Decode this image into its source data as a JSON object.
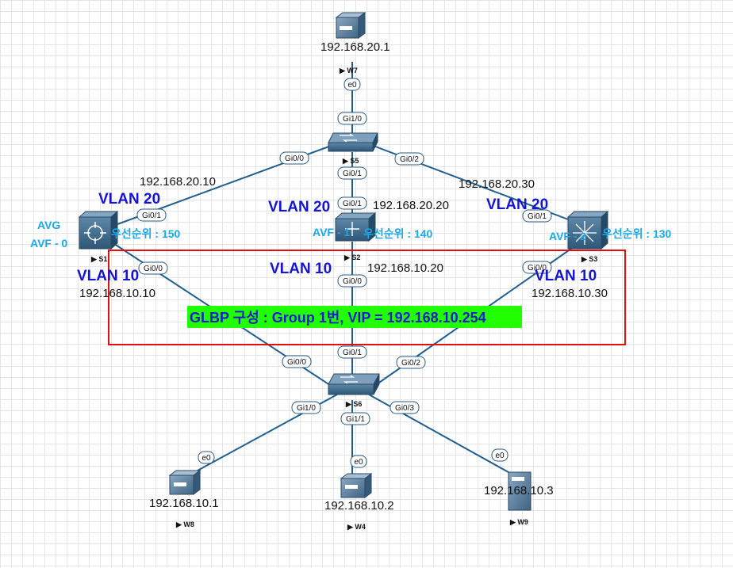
{
  "nodes": {
    "w7": {
      "name": "W7",
      "ip": "192.168.20.1"
    },
    "s5": {
      "name": "S5"
    },
    "s1": {
      "name": "S1",
      "vlan_top": "VLAN 20",
      "ip_top": "192.168.20.10",
      "vlan_bottom": "VLAN 10",
      "ip_bottom": "192.168.10.10",
      "role1": "AVG",
      "role2": "AVF - 0",
      "priority": "우선순위 : 150"
    },
    "s2": {
      "name": "S2",
      "vlan_top": "VLAN 20",
      "ip_top": "192.168.20.20",
      "vlan_bottom": "VLAN 10",
      "ip_bottom": "192.168.10.20",
      "role": "AVF - 1",
      "priority": "우선순위 : 140"
    },
    "s3": {
      "name": "S3",
      "vlan_top": "VLAN 20",
      "ip_top": "192.168.20.30",
      "vlan_bottom": "VLAN 10",
      "ip_bottom": "192.168.10.30",
      "role": "AVF - 2",
      "priority": "우선순위 : 130"
    },
    "s6": {
      "name": "S6"
    },
    "w8": {
      "name": "W8",
      "ip": "192.168.10.1"
    },
    "w4": {
      "name": "W4",
      "ip": "192.168.10.2"
    },
    "w9": {
      "name": "W9",
      "ip": "192.168.10.3"
    }
  },
  "ports": {
    "w7_e0": "e0",
    "s5_gi1_0": "Gi1/0",
    "s5_gi0_0": "Gi0/0",
    "s5_gi0_1": "Gi0/1",
    "s5_gi0_2": "Gi0/2",
    "s1_gi0_1": "Gi0/1",
    "s2_gi0_1": "Gi0/1",
    "s3_gi0_1": "Gi0/1",
    "s1_gi0_0": "Gi0/0",
    "s2_gi0_0": "Gi0/0",
    "s3_gi0_0": "Gi0/0",
    "s6_gi0_0": "Gi0/0",
    "s6_gi0_1": "Gi0/1",
    "s6_gi0_2": "Gi0/2",
    "s6_gi1_0": "Gi1/0",
    "s6_gi1_1": "Gi1/1",
    "s6_gi0_3": "Gi0/3",
    "w8_e0": "e0",
    "w4_e0": "e0",
    "w9_e0": "e0"
  },
  "glbp_label": "GLBP 구성 : Group 1번, VIP = 192.168.10.254",
  "colors": {
    "link": "#1f5f8f",
    "vlan_text": "#1414d2",
    "role_text": "#1aa8e6",
    "glbp_bg": "#22ff00",
    "box_border": "#e01010"
  }
}
